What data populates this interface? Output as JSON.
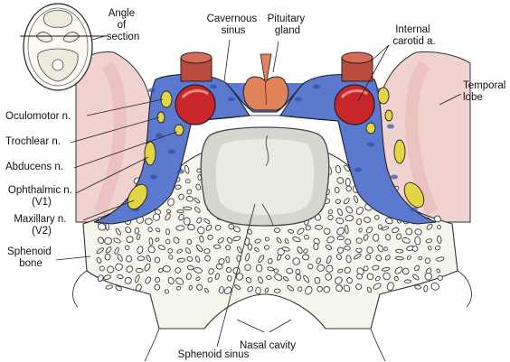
{
  "labels": {
    "angle": [
      "Angle",
      "of",
      "section"
    ],
    "cavernous": [
      "Cavernous",
      "sinus"
    ],
    "pituitary": [
      "Pituitary",
      "gland"
    ],
    "internal_carotid": [
      "Internal",
      "carotid a."
    ],
    "temporal": [
      "Temporal",
      "lobe"
    ],
    "oculomotor": "Oculomotor n.",
    "trochlear": "Trochlear n.",
    "abducens": "Abducens n.",
    "ophthalmic": [
      "Ophthalmic n.",
      "(V1)"
    ],
    "maxillary": [
      "Maxillary n.",
      "(V2)"
    ],
    "sphenoid_bone": [
      "Sphenoid",
      "bone"
    ],
    "sphenoid_sinus": "Sphenoid sinus",
    "nasal_cavity": "Nasal cavity"
  },
  "colors": {
    "venous_plexus": "#5b79cf",
    "carotid": "#c8262b",
    "carotid_stump": "#b84a3e",
    "pituitary": "#e0825a",
    "nerve": "#e3d548",
    "temporal_lobe": "#f0d2cf",
    "bone": "#f7f6ec",
    "sinus_cavity": "#d7d6cc"
  }
}
